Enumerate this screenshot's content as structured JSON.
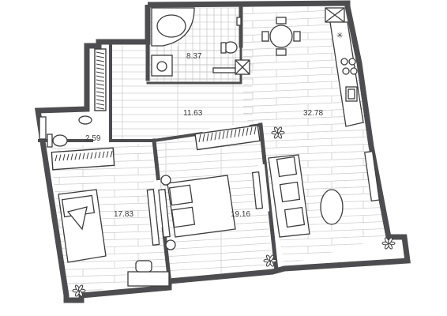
{
  "plan": {
    "rooms": [
      {
        "id": "bathroom",
        "area": "8.37"
      },
      {
        "id": "hall",
        "area": "11.63"
      },
      {
        "id": "living-kitchen",
        "area": "32.78"
      },
      {
        "id": "wc",
        "area": "2.59"
      },
      {
        "id": "bedroom-left",
        "area": "17.83"
      },
      {
        "id": "bedroom-right",
        "area": "19.16"
      }
    ],
    "colors": {
      "wall": "#4d4d4f",
      "floor_line": "#c9c9c9",
      "furniture": "#3c3c3c",
      "tile": "#b9b9b9",
      "background": "#ffffff"
    }
  }
}
